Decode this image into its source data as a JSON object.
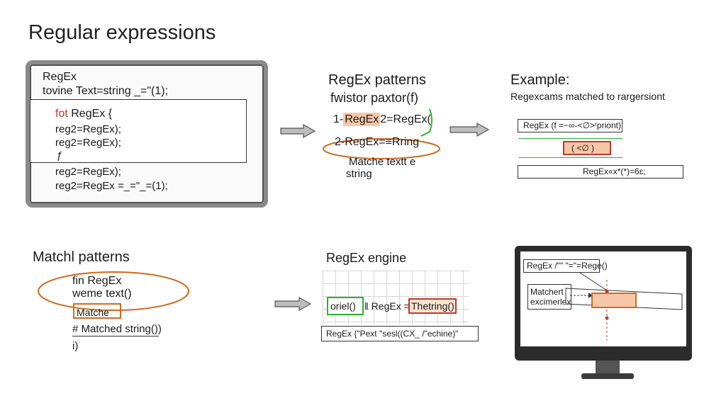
{
  "title": "Regular expressions",
  "code_box": {
    "line1": "RegEx",
    "line2": "tovine Text=string _=\"(1);",
    "inner_kw": "fot",
    "inner_line1_rest": " RegEx  {",
    "inner_line2": "reg2=RegEx);",
    "inner_line3": "reg2=RegEx);",
    "inner_line4": "ƒ",
    "line_after1": "reg2=RegEx);",
    "line_after2": "reg2=RegEx =_=\"_=(1);"
  },
  "patterns": {
    "heading": "RegEx patterns",
    "sub": "fwistor paxtor(f)",
    "row1_prefix": "1-",
    "row1_highlight": "RegEx",
    "row1_rest": "2=RegEx(",
    "row2": "2-RegEx=≡Rring",
    "caption1": "Matche textt e",
    "caption2": "string"
  },
  "example": {
    "heading": "Example:",
    "sub": "Regexcams matched to rargersiont",
    "box1": "RegEx  (f =−∞-<∅>ʳpriont)",
    "box2": "(  <∅  )",
    "box3": "RegEx«x*(*)=6ɛ;"
  },
  "match": {
    "heading": "Matchl patterns",
    "line1": "fin RegEx",
    "line2": "weme text()",
    "box": "Matche",
    "line3": "# Matched string())",
    "line4": "i)"
  },
  "engine": {
    "heading": "RegEx engine",
    "left_box": "oriel()",
    "mid": "‖ RegEx =",
    "right_box": "Thetring()",
    "bottom": "RegEx {\"Pext  \"sesl((CX_ /\"echine)\""
  },
  "monitor": {
    "label_box": "RegEx /\"\" \"=\"=Rege()",
    "side1": "Matchert",
    "side2": "excimerlex"
  },
  "colors": {
    "accent_orange": "#d2691e",
    "highlight_fill": "#f6c7a6",
    "green": "#2bb52b",
    "red": "#c0392b"
  }
}
